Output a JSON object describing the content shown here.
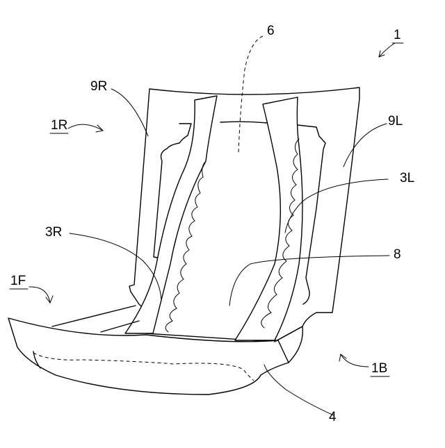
{
  "labels": {
    "fig_number": "1",
    "rear": "1R",
    "front": "1F",
    "back": "1B",
    "sheet": "6",
    "right_wing": "9R",
    "left_wing": "9L",
    "right_cuff": "3R",
    "left_cuff": "3L",
    "absorber": "8",
    "front_part": "4"
  },
  "colors": {
    "stroke": "#000000",
    "background": "#ffffff"
  }
}
